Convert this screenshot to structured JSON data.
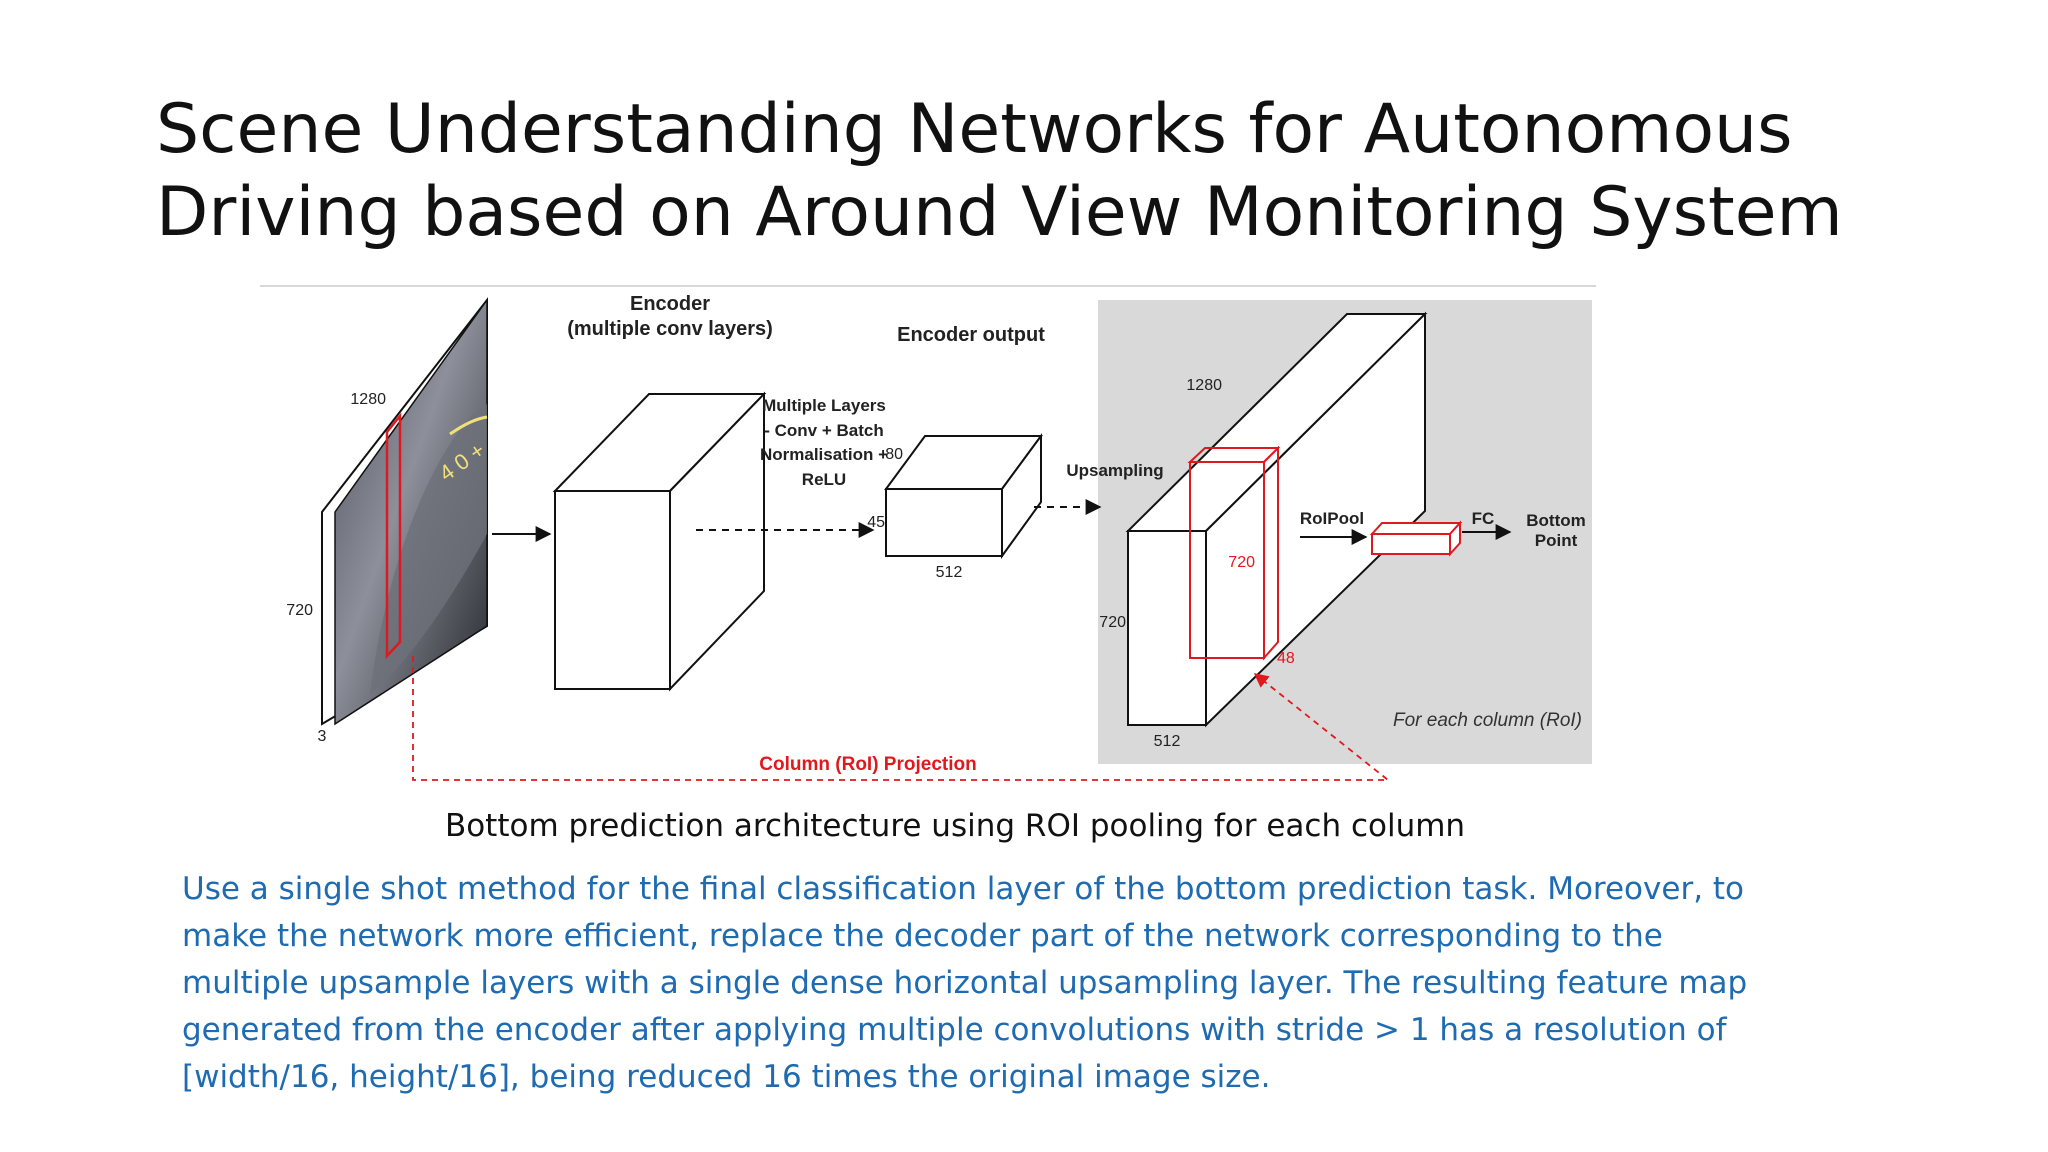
{
  "slide": {
    "title": "Scene Understanding Networks for Autonomous Driving based on Around View Monitoring System",
    "caption": "Bottom prediction architecture using ROI pooling for each column",
    "body": "Use a single shot method for the final classification layer of the bottom prediction task. Moreover, to make the network more efficient, replace the decoder part of the network corresponding to the multiple upsample layers with a single dense horizontal upsampling layer. The resulting feature map generated from the encoder after applying multiple convolutions with stride > 1 has a resolution of [width/16, height/16], being reduced 16 times the original image size."
  },
  "diagram": {
    "encoder_title_1": "Encoder",
    "encoder_title_2": "(multiple conv layers)",
    "encoder_output_label": "Encoder output",
    "input_width_label": "1280",
    "input_height_label": "720",
    "input_depth_label": "3",
    "layers_label_1": "Multiple Layers",
    "layers_label_2": "- Conv + Batch",
    "layers_label_3": "Normalisation +",
    "layers_label_4": "ReLU",
    "small_depth_label": "80",
    "small_height_label": "45",
    "small_width_label": "512",
    "upsampling_label": "Upsampling",
    "large_width_label": "1280",
    "large_height_label": "720",
    "large_depth_label": "512",
    "roi_height_label": "720",
    "roi_width_label": "48",
    "roipool_label": "RoIPool",
    "fc_label": "FC",
    "bottom_label_1": "Bottom",
    "bottom_label_2": "Point",
    "per_column_label": "For each column (RoI)",
    "projection_label": "Column (RoI) Projection",
    "colors": {
      "red": "#e0191f",
      "panel": "#d9d9d9",
      "black": "#111111"
    }
  }
}
